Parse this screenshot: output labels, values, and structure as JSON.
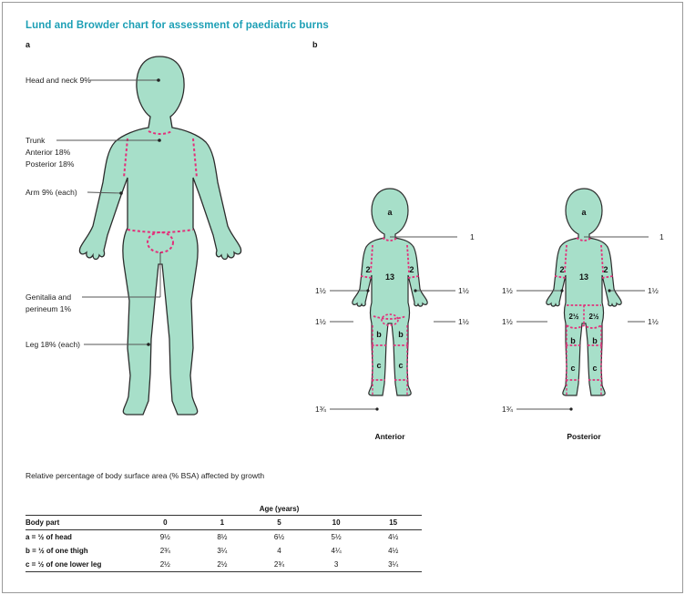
{
  "title": "Lund and Browder chart for assessment of paediatric burns",
  "panel_a": {
    "letter": "a",
    "labels": {
      "head_neck": "Head and neck 9%",
      "trunk": "Trunk",
      "trunk_anterior": "Anterior 18%",
      "trunk_posterior": "Posterior 18%",
      "arm": "Arm 9% (each)",
      "genitalia_1": "Genitalia and",
      "genitalia_2": "perineum 1%",
      "leg": "Leg 18% (each)"
    }
  },
  "panel_b": {
    "letter": "b",
    "anterior": {
      "caption": "Anterior",
      "head": "a",
      "neck": "1",
      "trunk": "13",
      "upper_arm": "2",
      "forearm": "1½",
      "hand": "1½",
      "thigh": "b",
      "lower_leg": "c",
      "foot": "1¾"
    },
    "posterior": {
      "caption": "Posterior",
      "head": "a",
      "neck": "1",
      "trunk": "13",
      "upper_arm": "2",
      "forearm": "1½",
      "hand": "1½",
      "buttock": "2½",
      "thigh": "b",
      "lower_leg": "c",
      "foot": "1¾"
    }
  },
  "growth_caption": "Relative percentage of body surface area (% BSA) affected by growth",
  "table": {
    "group_header": "Age (years)",
    "col_header_first": "Body part",
    "ages": [
      "0",
      "1",
      "5",
      "10",
      "15"
    ],
    "rows": [
      {
        "part": "a = ½ of head",
        "values": [
          "9½",
          "8½",
          "6½",
          "5½",
          "4½"
        ]
      },
      {
        "part": "b = ½ of one thigh",
        "values": [
          "2¾",
          "3¼",
          "4",
          "4¼",
          "4½"
        ]
      },
      {
        "part": "c = ½ of one lower leg",
        "values": [
          "2½",
          "2½",
          "2¾",
          "3",
          "3¼"
        ]
      }
    ]
  },
  "colors": {
    "title": "#1c9fb5",
    "body_fill": "#a7dfc9",
    "body_outline": "#2d2d2d",
    "region_border": "#e2307a"
  }
}
